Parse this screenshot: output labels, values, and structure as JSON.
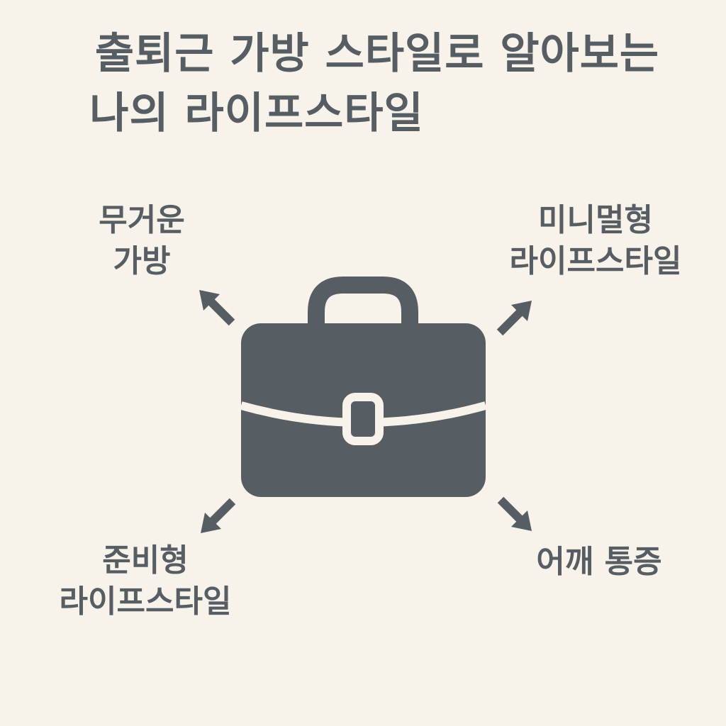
{
  "title": {
    "line1": "출퇴근 가방 스타일로 알아보는",
    "line2": "나의 라이프스타일"
  },
  "labels": {
    "heavy_bag": {
      "line1": "무거운",
      "line2": "가방"
    },
    "minimal": {
      "line1": "미니멀형",
      "line2": "라이프스타일"
    },
    "prepared": {
      "line1": "준비형",
      "line2": "라이프스타일"
    },
    "shoulder_pain": {
      "line1": "어깨 통증"
    }
  },
  "icons": {
    "center": "briefcase-icon",
    "arrows": [
      "arrow-up-left-icon",
      "arrow-up-right-icon",
      "arrow-down-left-icon",
      "arrow-down-right-icon"
    ]
  },
  "colors": {
    "background": "#f8f3ea",
    "foreground": "#575e63"
  }
}
